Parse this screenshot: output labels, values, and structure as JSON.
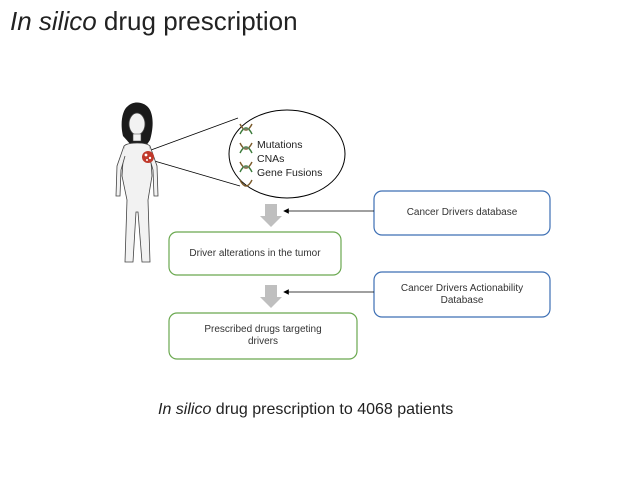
{
  "title": {
    "italic": "In silico",
    "rest": " drug prescription"
  },
  "sources": {
    "items": [
      "Mutations",
      "CNAs",
      "Gene Fusions"
    ],
    "icon": "dna-helix-icon"
  },
  "patient_icon": "woman-silhouette-icon",
  "tumor_icon": "tumor-icon",
  "colors": {
    "green_border": "#6aa84f",
    "blue_border": "#3d6fb4",
    "arrow": "#bfbfbf"
  },
  "boxes": {
    "driver_alterations": "Driver alterations in the tumor",
    "prescribed_drugs": "Prescribed drugs targeting drivers",
    "cancer_drivers_db": "Cancer Drivers database",
    "actionability_db": "Cancer Drivers Actionability Database"
  },
  "footer": {
    "italic": "In silico",
    "rest": " drug prescription to 4068 patients"
  }
}
